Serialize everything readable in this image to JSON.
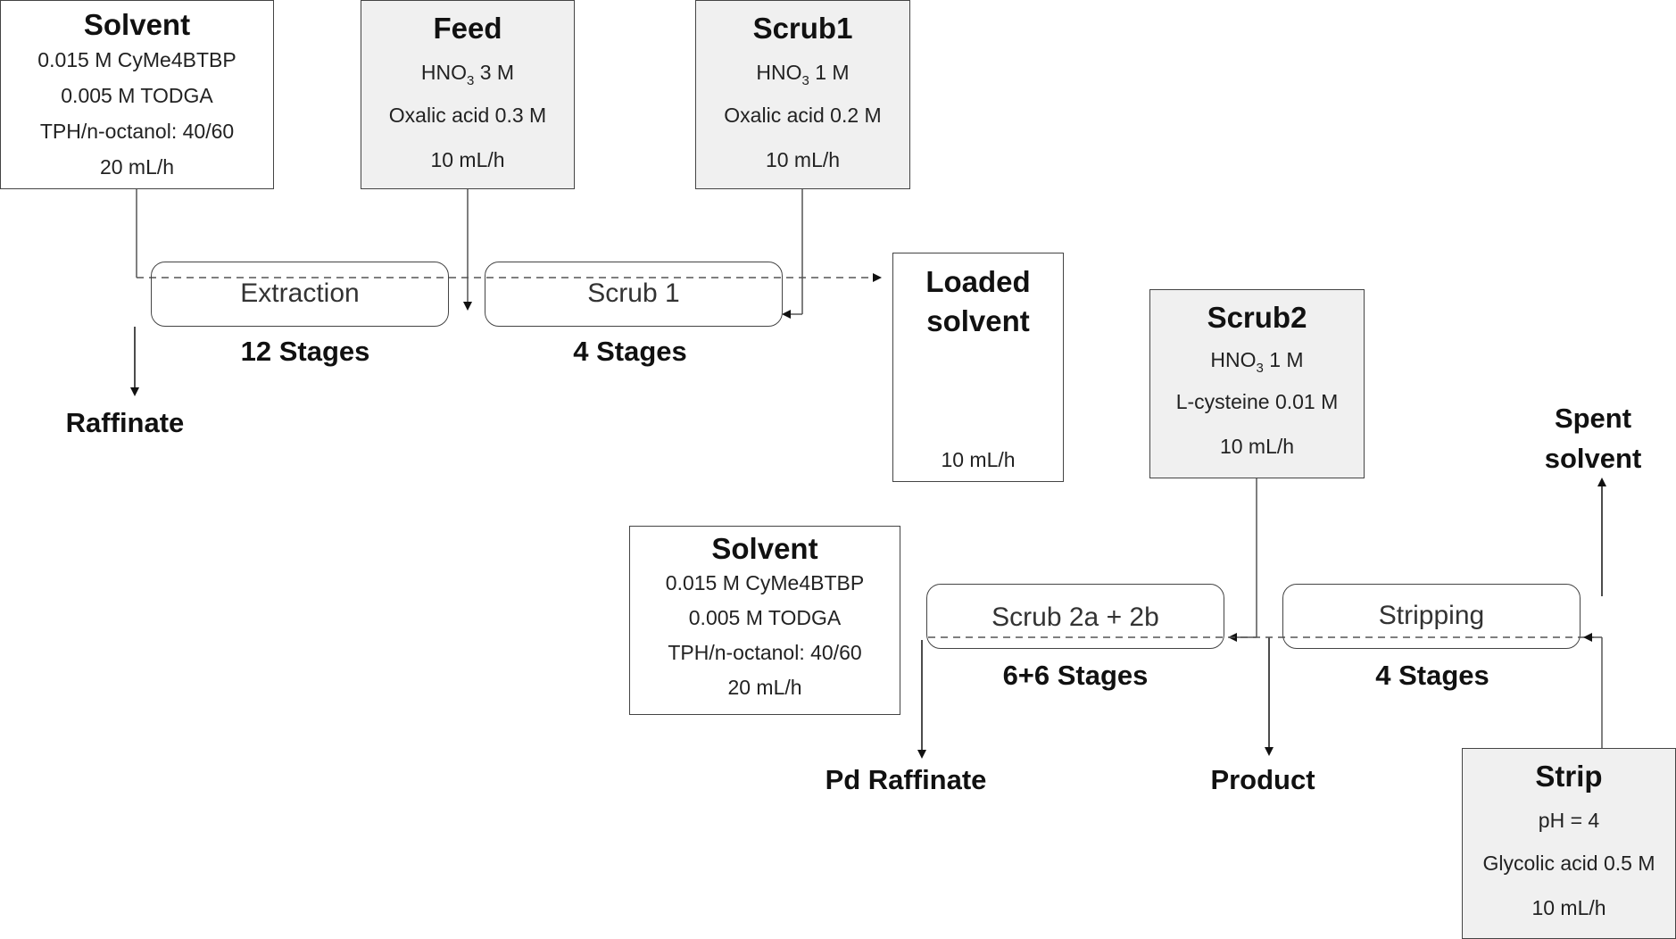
{
  "solvent_1": {
    "title": "Solvent",
    "lines": [
      "0.015 M CyMe4BTBP",
      "0.005 M TODGA",
      "TPH/n-octanol: 40/60",
      "20 mL/h"
    ]
  },
  "feed": {
    "title": "Feed",
    "hno3_prefix": "HNO",
    "hno3_sub": "3",
    "hno3_suffix": " 3 M",
    "lines": [
      "Oxalic acid 0.3 M",
      "10 mL/h"
    ]
  },
  "scrub1": {
    "title": "Scrub1",
    "hno3_prefix": "HNO",
    "hno3_sub": "3",
    "hno3_suffix": " 1 M",
    "lines": [
      "Oxalic acid 0.2 M",
      "10 mL/h"
    ]
  },
  "loaded_solvent": {
    "title_line1": "Loaded",
    "title_line2": "solvent",
    "flow": "10 mL/h"
  },
  "scrub2": {
    "title": "Scrub2",
    "hno3_prefix": "HNO",
    "hno3_sub": "3",
    "hno3_suffix": " 1 M",
    "lines": [
      "L-cysteine 0.01 M",
      "10 mL/h"
    ]
  },
  "solvent_2": {
    "title": "Solvent",
    "lines": [
      "0.015 M CyMe4BTBP",
      "0.005 M TODGA",
      "TPH/n-octanol: 40/60",
      "20 mL/h"
    ]
  },
  "strip": {
    "title": "Strip",
    "lines": [
      "pH = 4",
      "Glycolic acid 0.5 M",
      "10 mL/h"
    ]
  },
  "stages": {
    "extraction": "Extraction",
    "scrub_1": "Scrub 1",
    "scrub_2": "Scrub 2a + 2b",
    "stripping": "Stripping"
  },
  "stage_counts": {
    "extraction": "12 Stages",
    "scrub_1": "4 Stages",
    "scrub_2": "6+6 Stages",
    "stripping": "4 Stages"
  },
  "outputs": {
    "raffinate": "Raffinate",
    "spent_solvent_line1": "Spent",
    "spent_solvent_line2": "solvent",
    "pd_raffinate": "Pd Raffinate",
    "product": "Product"
  }
}
